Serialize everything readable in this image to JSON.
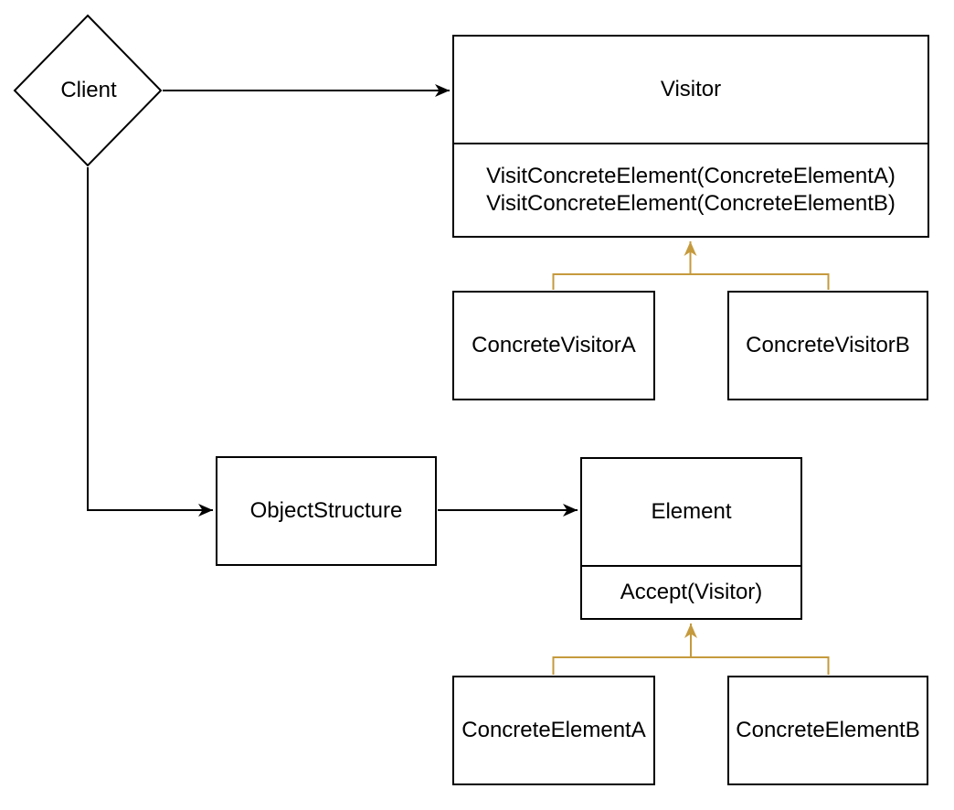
{
  "diagram": {
    "kind": "uml-class-diagram",
    "colors": {
      "outline": "#000000",
      "inheritance_connector": "#C59A3D",
      "background": "#FFFFFF",
      "text": "#000000"
    },
    "nodes": {
      "client": {
        "label": "Client",
        "shape": "diamond"
      },
      "visitor": {
        "name": "Visitor",
        "methods": [
          "VisitConcreteElement(ConcreteElementA)",
          "VisitConcreteElement(ConcreteElementB)"
        ]
      },
      "concrete_visitor_a": {
        "label": "ConcreteVisitorA"
      },
      "concrete_visitor_b": {
        "label": "ConcreteVisitorB"
      },
      "object_structure": {
        "label": "ObjectStructure"
      },
      "element": {
        "name": "Element",
        "methods": [
          "Accept(Visitor)"
        ]
      },
      "concrete_element_a": {
        "label": "ConcreteElementA"
      },
      "concrete_element_b": {
        "label": "ConcreteElementB"
      }
    },
    "edges": [
      {
        "from": "Client",
        "to": "Visitor",
        "type": "directed-arrow",
        "color": "#000000"
      },
      {
        "from": "Client",
        "to": "ObjectStructure",
        "type": "directed-arrow",
        "color": "#000000"
      },
      {
        "from": "ObjectStructure",
        "to": "Element",
        "type": "directed-arrow",
        "color": "#000000"
      },
      {
        "from": "ConcreteVisitorA",
        "to": "Visitor",
        "type": "inheritance",
        "color": "#C59A3D"
      },
      {
        "from": "ConcreteVisitorB",
        "to": "Visitor",
        "type": "inheritance",
        "color": "#C59A3D"
      },
      {
        "from": "ConcreteElementA",
        "to": "Element",
        "type": "inheritance",
        "color": "#C59A3D"
      },
      {
        "from": "ConcreteElementB",
        "to": "Element",
        "type": "inheritance",
        "color": "#C59A3D"
      }
    ]
  }
}
